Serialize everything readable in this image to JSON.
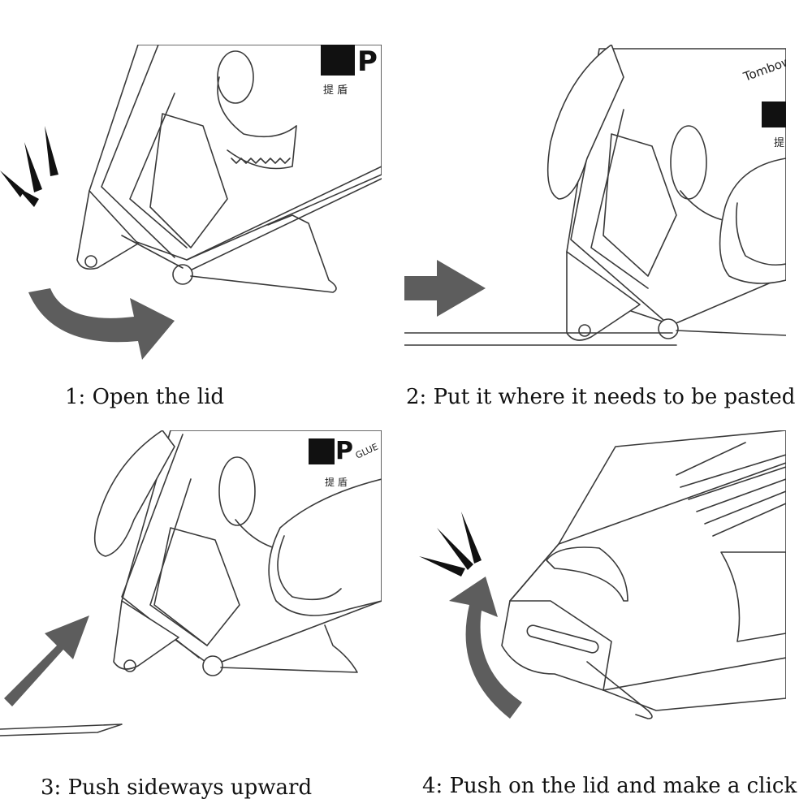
{
  "steps": [
    {
      "caption": "1: Open the lid"
    },
    {
      "caption": "2: Put it where it needs to be pasted"
    },
    {
      "caption": "3: Push sideways upward"
    },
    {
      "caption": "4: Push on the lid and make a click"
    }
  ],
  "device_label": {
    "brand": "Tombow",
    "logo_mark": "P",
    "glue_text": "GLUE",
    "cjk_text": "提 盾"
  },
  "colors": {
    "arrow": "#5d5d5d",
    "line": "#3a3a3a",
    "ink": "#111111"
  }
}
